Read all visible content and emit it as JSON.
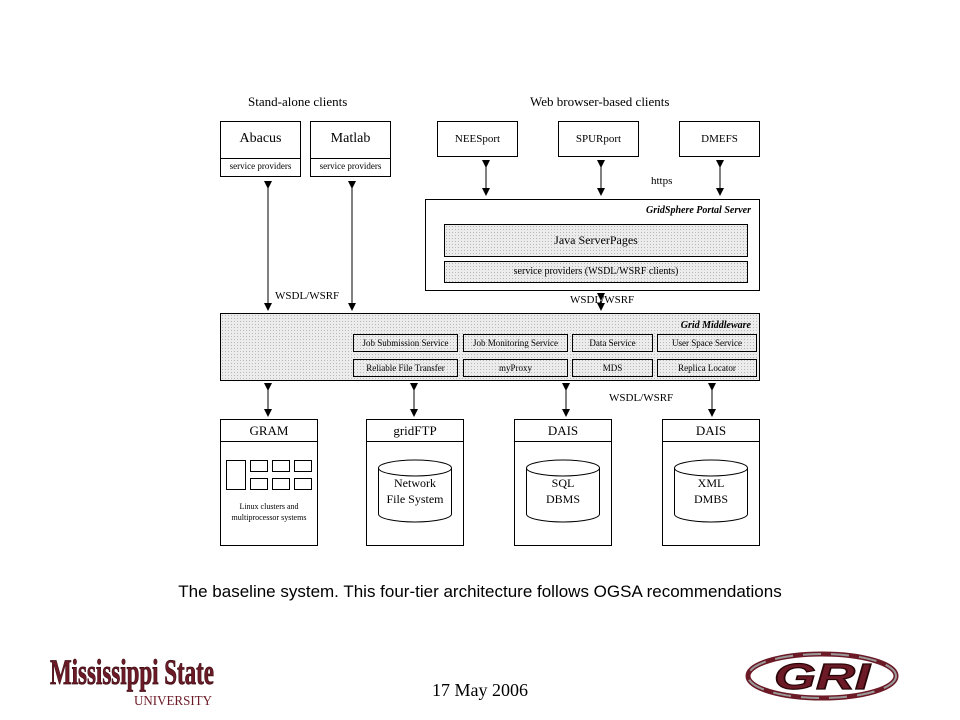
{
  "diagram": {
    "headings": {
      "standalone": "Stand-alone clients",
      "web": "Web browser-based clients"
    },
    "standalone_clients": [
      {
        "name": "Abacus",
        "sub": "service providers"
      },
      {
        "name": "Matlab",
        "sub": "service providers"
      }
    ],
    "web_clients": [
      "NEESport",
      "SPURport",
      "DMEFS"
    ],
    "https_label": "https",
    "portal": {
      "title": "GridSphere Portal Server",
      "jsp": "Java ServerPages",
      "providers": "service providers (WSDL/WSRF clients)"
    },
    "protocol_labels": {
      "left": "WSDL/WSRF",
      "portal": "WSDL/WSRF",
      "bottom": "WSDL/WSRF"
    },
    "middleware": {
      "title": "Grid Middleware",
      "services": [
        "Job Submission Service",
        "Job Monitoring Service",
        "Data Service",
        "User Space Service",
        "Reliable File Transfer",
        "myProxy",
        "MDS",
        "Replica Locator"
      ]
    },
    "resources": [
      {
        "title": "GRAM",
        "body": "Linux clusters and multiprocessor systems"
      },
      {
        "title": "gridFTP",
        "body_line1": "Network",
        "body_line2": "File System"
      },
      {
        "title": "DAIS",
        "body_line1": "SQL",
        "body_line2": "DBMS"
      },
      {
        "title": "DAIS",
        "body_line1": "XML",
        "body_line2": "DMBS"
      }
    ]
  },
  "caption": "The baseline system. This four-tier architecture follows OGSA recommendations",
  "footer": {
    "date": "17 May 2006",
    "logo_left": "Mississippi State UNIVERSITY",
    "logo_right": "GRI"
  },
  "colors": {
    "logo_maroon": "#6b1a26",
    "logo_grey": "#9a9a9a"
  }
}
